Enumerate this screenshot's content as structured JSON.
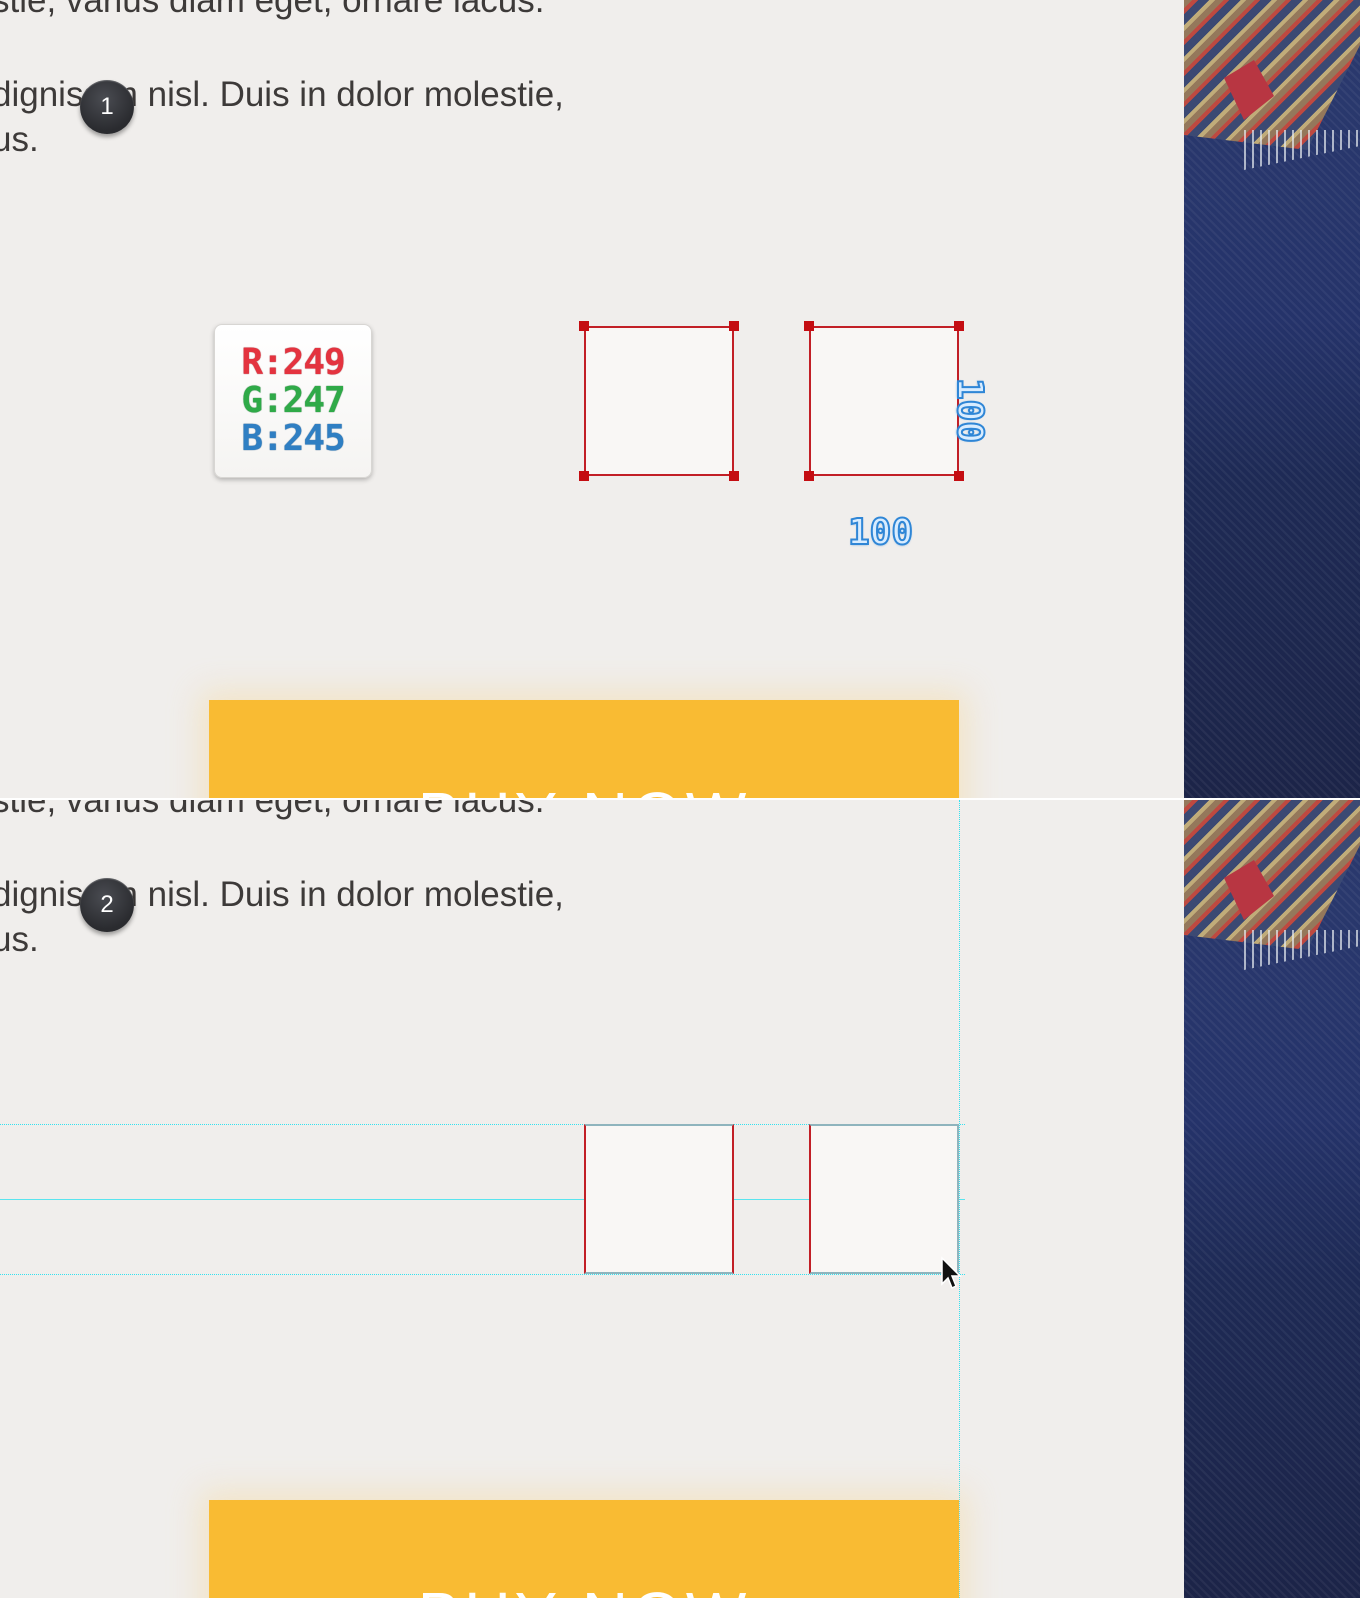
{
  "panels": [
    {
      "step": "1",
      "text_lines": [
        "stie, varius diam eget, ornare lacus.",
        "dignissim nisl. Duis in dolor molestie,",
        "us."
      ],
      "button_label": "BUY NOW"
    },
    {
      "step": "2",
      "text_lines": [
        "stie, varius diam eget, ornare lacus.",
        "dignissim nisl. Duis in dolor molestie,",
        "us."
      ],
      "button_label": "BUY NOW"
    }
  ],
  "color_chip": {
    "r_label": "R:249",
    "g_label": "G:247",
    "b_label": "B:245"
  },
  "dimensions": {
    "width": "100",
    "height": "100"
  },
  "colors": {
    "background": "#f0eeec",
    "square_fill": "#f9f7f5",
    "selection": "#c21f26",
    "button": "#f9bb33",
    "guide": "#34e1ef",
    "step_badge": "#2a2b2f"
  },
  "icons": [
    "arrow-cursor-icon"
  ]
}
